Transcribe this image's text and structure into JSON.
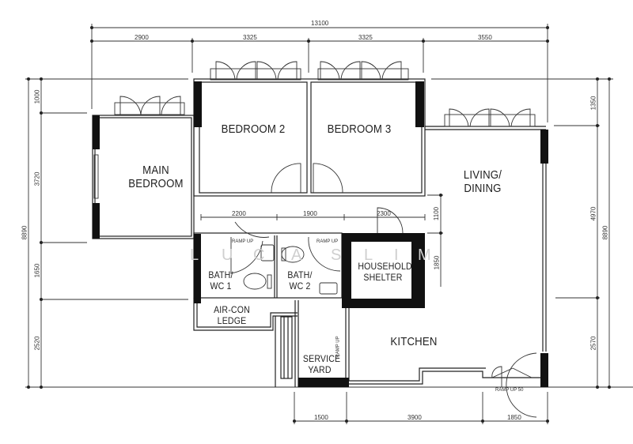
{
  "plan": {
    "type": "residential-floor-plan",
    "watermark": [
      "L",
      "U",
      "C",
      "A",
      "S",
      "L",
      "I",
      "M"
    ],
    "rooms": {
      "main_bedroom": {
        "line1": "MAIN",
        "line2": "BEDROOM"
      },
      "bedroom2": "BEDROOM  2",
      "bedroom3": "BEDROOM  3",
      "living_dining": {
        "line1": "LIVING/",
        "line2": "DINING"
      },
      "bath1": {
        "line1": "BATH/",
        "line2": "WC  1"
      },
      "bath2": {
        "line1": "BATH/",
        "line2": "WC  2"
      },
      "household_shelter": {
        "line1": "HOUSEHOLD",
        "line2": "SHELTER"
      },
      "aircon_ledge": {
        "line1": "AIR-CON",
        "line2": "LEDGE"
      },
      "kitchen": "KITCHEN",
      "service_yard": {
        "line1": "SERVICE",
        "line2": "YARD"
      }
    },
    "ramp_labels": {
      "bath1": "RAMP  UP",
      "bath2": "RAMP  UP",
      "service_yard": "RAMP  UP",
      "entrance": "RAMP  UP  50"
    },
    "dimensions": {
      "top_total": "13100",
      "top_segments": [
        "2900",
        "3325",
        "3325",
        "3550"
      ],
      "interior_segments": [
        "2200",
        "1900",
        "2300"
      ],
      "bottom_segments": [
        "1500",
        "3900",
        "1850"
      ],
      "left_total": "8890",
      "left_segments": [
        "1000",
        "3720",
        "1650",
        "2520"
      ],
      "right_total": "8890",
      "right_segments": [
        "1350",
        "4970",
        "2570"
      ],
      "interior_vertical": [
        "1100",
        "1850"
      ]
    }
  }
}
